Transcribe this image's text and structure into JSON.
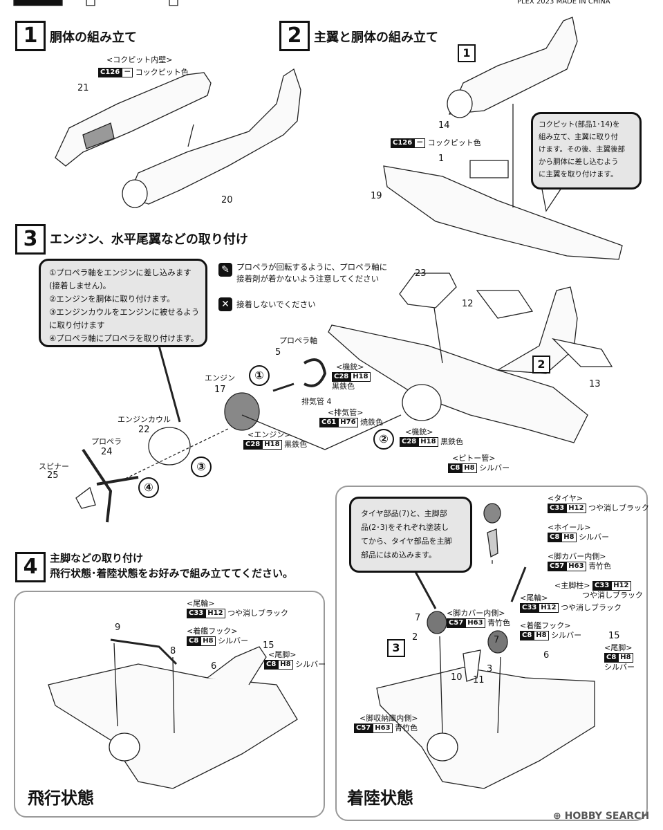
{
  "header": {
    "right_text": "PLEX 2023 MADE IN CHINA"
  },
  "steps": [
    {
      "num": "1",
      "title": "胴体の組み立て"
    },
    {
      "num": "2",
      "title": "主翼と胴体の組み立て"
    },
    {
      "num": "3",
      "title": "エンジン、水平尾翼などの取り付け"
    },
    {
      "num": "4",
      "title": "主脚などの取り付け",
      "subtitle": "飛行状態･着陸状態をお好みで組み立ててください。"
    }
  ],
  "step1": {
    "cockpit_inner_wall": "<コクピット内壁>",
    "paint": {
      "c": "C126",
      "h": "－",
      "name": "コックピット色"
    },
    "parts": [
      "21",
      "20"
    ]
  },
  "step2": {
    "ref_box": "1",
    "parts": [
      "14",
      "1",
      "19"
    ],
    "paint": {
      "c": "C126",
      "h": "－",
      "name": "コックピット色"
    },
    "note_lines": [
      "コクピット(部品1･14)を",
      "組み立て、主翼に取り付",
      "けます。その後、主翼後部",
      "から胴体に差し込むよう",
      "に主翼を取り付けます。"
    ]
  },
  "step3": {
    "bubble_lines": [
      "①プロペラ軸をエンジンに差し込みます",
      "(接着しません)。",
      "②エンジンを胴体に取り付けます。",
      "③エンジンカウルをエンジンに被せるよう",
      "に取り付けます",
      "④プロペラ軸にプロペラを取り付けます。"
    ],
    "glue_note_lines": [
      "プロペラが回転するように、プロペラ軸に",
      "接着剤が着かないよう注意してください"
    ],
    "noglue_note": "接着しないでください",
    "labels": {
      "prop_shaft": "プロペラ軸",
      "prop_shaft_num": "5",
      "engine": "エンジン",
      "engine_num": "17",
      "cowl": "エンジンカウル",
      "cowl_num": "22",
      "propeller": "プロペラ",
      "propeller_num": "24",
      "spinner": "スピナー",
      "spinner_num": "25",
      "exhaust": "排気管 4",
      "canopy_num": "23",
      "stab_num_a": "12",
      "stab_num_b": "13",
      "ref_box": "2"
    },
    "circled": [
      "①",
      "②",
      "③",
      "④"
    ],
    "paints": {
      "guns": {
        "cap": "<機銃>",
        "c": "C28",
        "h": "H18",
        "name": "黒鉄色"
      },
      "exhaust": {
        "cap": "<排気管>",
        "c": "C61",
        "h": "H76",
        "name": "焼鉄色"
      },
      "engine": {
        "cap": "<エンジン>",
        "c": "C28",
        "h": "H18",
        "name": "黒鉄色"
      },
      "guns2": {
        "cap": "<機銃>",
        "c": "C28",
        "h": "H18",
        "name": "黒鉄色"
      },
      "pitot": {
        "cap": "<ピトー管>",
        "c": "C8",
        "h": "H8",
        "name": "シルバー"
      }
    }
  },
  "landing_detail": {
    "bubble_lines": [
      "タイヤ部品(7)と、主脚部",
      "品(2･3)をそれぞれ塗装し",
      "てから、タイヤ部品を主脚",
      "部品にはめ込みます。"
    ],
    "paints": {
      "tire": {
        "cap": "<タイヤ>",
        "c": "C33",
        "h": "H12",
        "name": "つや消しブラック"
      },
      "wheel": {
        "cap": "<ホイール>",
        "c": "C8",
        "h": "H8",
        "name": "シルバー"
      },
      "cover_in": {
        "cap": "<脚カバー内側>",
        "c": "C57",
        "h": "H63",
        "name": "青竹色"
      },
      "strut": {
        "cap": "<主脚柱>",
        "c": "C33",
        "h": "H12",
        "name": "つや消しブラック"
      }
    }
  },
  "flight": {
    "caption": "飛行状態",
    "parts": [
      "9",
      "8",
      "6",
      "15"
    ],
    "paints": {
      "tailwheel": {
        "cap": "<尾輪>",
        "c": "C33",
        "h": "H12",
        "name": "つや消しブラック"
      },
      "hook": {
        "cap": "<着艦フック>",
        "c": "C8",
        "h": "H8",
        "name": "シルバー"
      },
      "tailleg": {
        "cap": "<尾脚>",
        "c": "C8",
        "h": "H8",
        "name": "シルバー"
      }
    }
  },
  "landing": {
    "caption": "着陸状態",
    "ref_box": "3",
    "parts": [
      "7",
      "2",
      "7",
      "3",
      "10",
      "11",
      "6",
      "15"
    ],
    "paints": {
      "cover_in": {
        "cap": "<脚カバー内側>",
        "c": "C57",
        "h": "H63",
        "name": "青竹色"
      },
      "tailwheel": {
        "cap": "<尾輪>",
        "c": "C33",
        "h": "H12",
        "name": "つや消しブラック"
      },
      "hook": {
        "cap": "<着艦フック>",
        "c": "C8",
        "h": "H8",
        "name": "シルバー"
      },
      "tailleg": {
        "cap": "<尾脚>",
        "c": "C8",
        "h": "H8",
        "name": "シルバー"
      },
      "wellinner": {
        "cap": "<脚収納庫内側>",
        "c": "C57",
        "h": "H63",
        "name": "青竹色"
      }
    }
  },
  "watermark": "HOBBY SEARCH"
}
